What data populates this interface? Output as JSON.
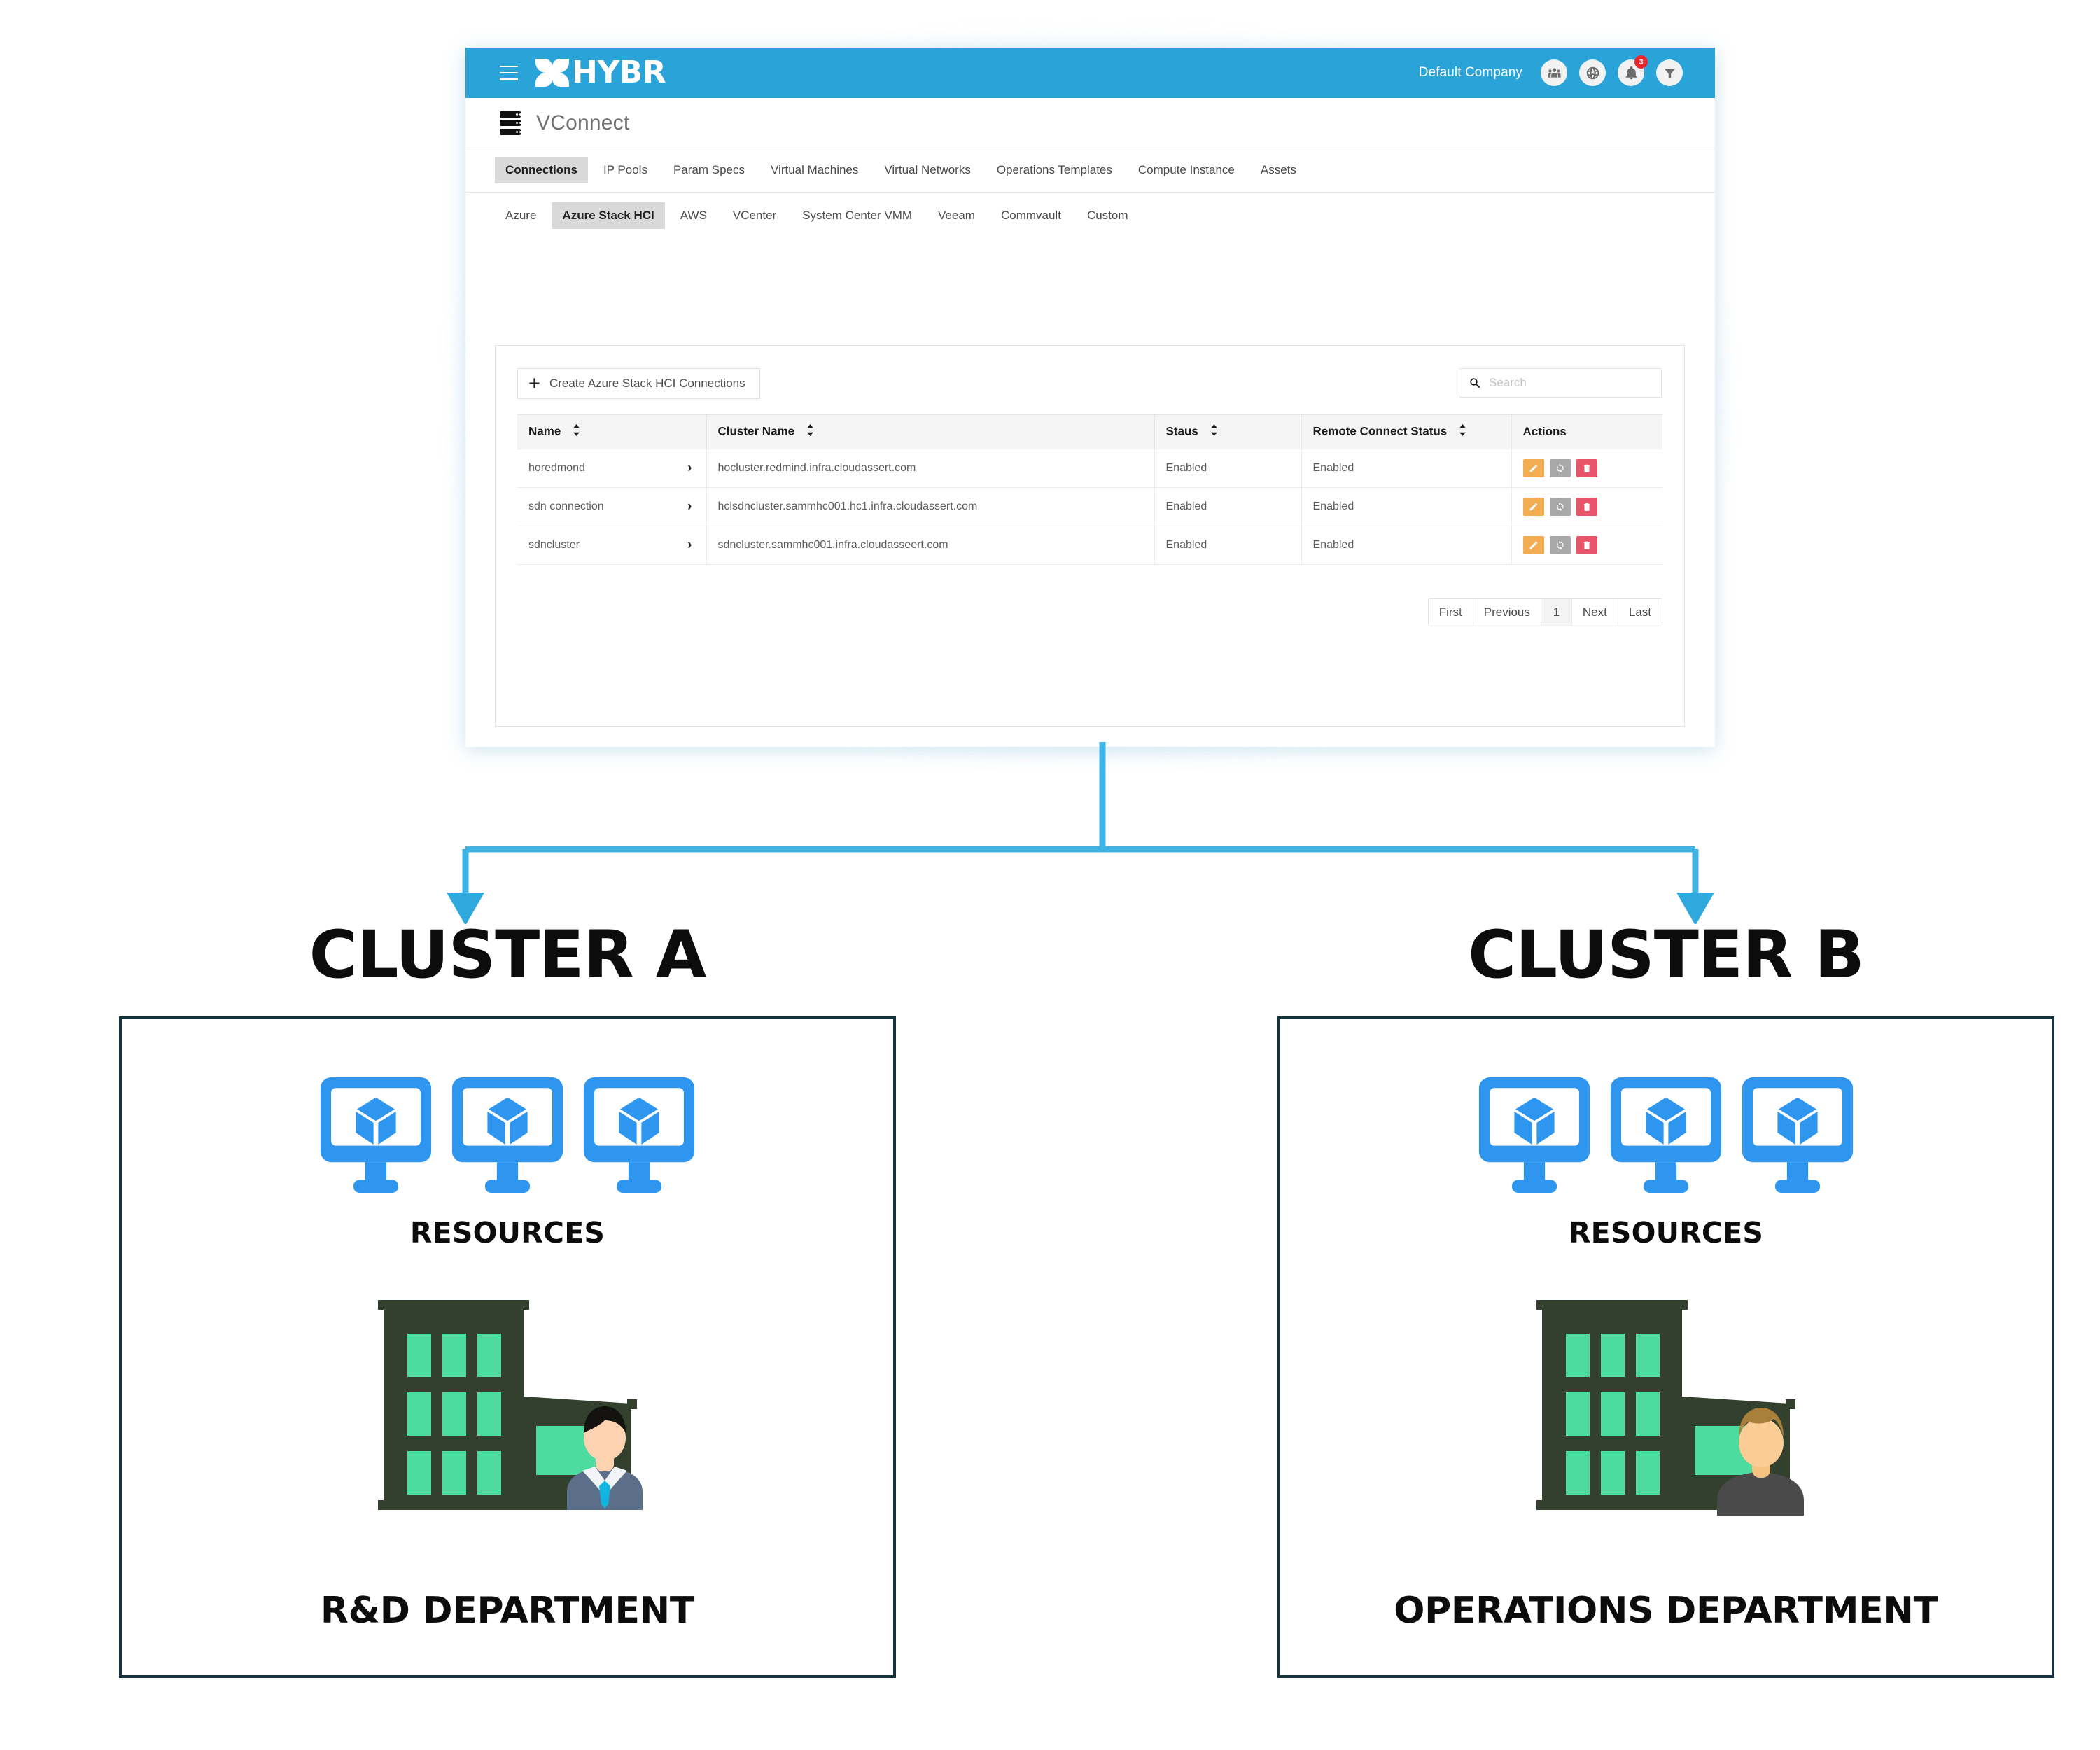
{
  "app": {
    "brand_name": "HYBR",
    "company": "Default Company",
    "notification_count": "3",
    "page_title": "VConnect",
    "icons": {
      "hamburger": "hamburger-menu-icon",
      "users": "users-group-icon",
      "globe": "globe-icon",
      "bell": "bell-icon",
      "filter": "filter-funnel-icon",
      "server": "server-stack-icon"
    },
    "accent_color": "#29a3d8"
  },
  "nav": {
    "primary_tabs": [
      {
        "label": "Connections",
        "active": true
      },
      {
        "label": "IP Pools",
        "active": false
      },
      {
        "label": "Param Specs",
        "active": false
      },
      {
        "label": "Virtual Machines",
        "active": false
      },
      {
        "label": "Virtual Networks",
        "active": false
      },
      {
        "label": "Operations Templates",
        "active": false
      },
      {
        "label": "Compute Instance",
        "active": false
      },
      {
        "label": "Assets",
        "active": false
      }
    ],
    "secondary_tabs": [
      {
        "label": "Azure",
        "active": false
      },
      {
        "label": "Azure Stack HCI",
        "active": true
      },
      {
        "label": "AWS",
        "active": false
      },
      {
        "label": "VCenter",
        "active": false
      },
      {
        "label": "System Center VMM",
        "active": false
      },
      {
        "label": "Veeam",
        "active": false
      },
      {
        "label": "Commvault",
        "active": false
      },
      {
        "label": "Custom",
        "active": false
      }
    ]
  },
  "toolbar": {
    "create_label": "Create Azure Stack HCI Connections",
    "search_placeholder": "Search",
    "search_value": ""
  },
  "table": {
    "columns": [
      {
        "label": "Name",
        "sortable": true
      },
      {
        "label": "Cluster Name",
        "sortable": true
      },
      {
        "label": "Staus",
        "sortable": true
      },
      {
        "label": "Remote Connect Status",
        "sortable": true
      },
      {
        "label": "Actions",
        "sortable": false
      }
    ],
    "rows": [
      {
        "name": "horedmond",
        "cluster_name": "hocluster.redmind.infra.cloudassert.com",
        "status": "Enabled",
        "remote_connect_status": "Enabled",
        "actions": [
          "edit",
          "sync",
          "delete"
        ]
      },
      {
        "name": "sdn connection",
        "cluster_name": "hclsdncluster.sammhc001.hc1.infra.cloudassert.com",
        "status": "Enabled",
        "remote_connect_status": "Enabled",
        "actions": [
          "edit",
          "sync",
          "delete"
        ]
      },
      {
        "name": "sdncluster",
        "cluster_name": "sdncluster.sammhc001.infra.cloudasseert.com",
        "status": "Enabled",
        "remote_connect_status": "Enabled",
        "actions": [
          "edit",
          "sync",
          "delete"
        ]
      }
    ]
  },
  "pagination": {
    "first": "First",
    "previous": "Previous",
    "current_page": "1",
    "next": "Next",
    "last": "Last"
  },
  "clusters": [
    {
      "title": "CLUSTER A",
      "resources_label": "RESOURCES",
      "resource_count": 3,
      "department_label": "R&D DEPARTMENT",
      "person": "businessman-suit-avatar"
    },
    {
      "title": "CLUSTER B",
      "resources_label": "RESOURCES",
      "resource_count": 3,
      "department_label": "OPERATIONS DEPARTMENT",
      "person": "casual-person-avatar"
    }
  ],
  "colors": {
    "connector": "#3fb3e3",
    "box_border": "#15333f",
    "monitor_blue": "#2f96f0",
    "building_dark": "#33402d",
    "building_window": "#4ddba0"
  }
}
